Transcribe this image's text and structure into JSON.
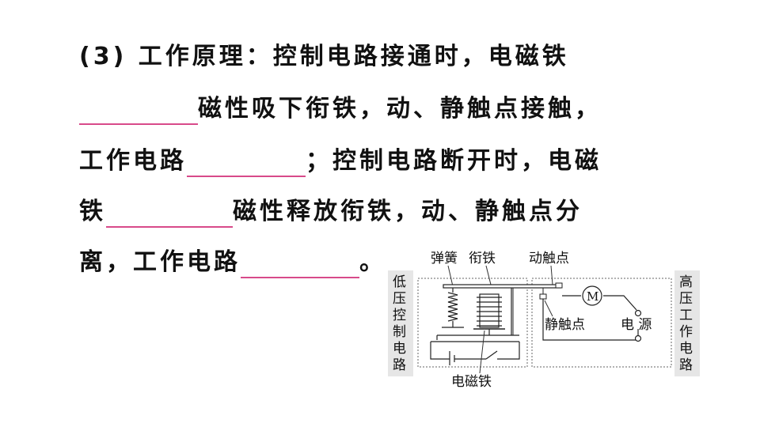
{
  "text": {
    "line1": "(3) 工作原理：控制电路接通时，电磁铁",
    "line2": "磁性吸下衔铁，动、静触点接触，",
    "line3a": "工作电路",
    "line3b": "；控制电路断开时，电磁",
    "line4a": "铁",
    "line4b": "磁性释放衔铁，动、静触点分",
    "line5a": "离，工作电路",
    "line5b": "。"
  },
  "diagram": {
    "left_label": [
      "低",
      "压",
      "控",
      "制",
      "电",
      "路"
    ],
    "right_label": [
      "高",
      "压",
      "工",
      "作",
      "电",
      "路"
    ],
    "spring": "弹簧",
    "armature": "衔铁",
    "moving_contact": "动触点",
    "static_contact": "静触点",
    "power_source": "电 源",
    "electromagnet": "电磁铁",
    "motor": "M"
  },
  "colors": {
    "blank_line": "#d84a8a",
    "label_bg": "#e6e6e6"
  }
}
